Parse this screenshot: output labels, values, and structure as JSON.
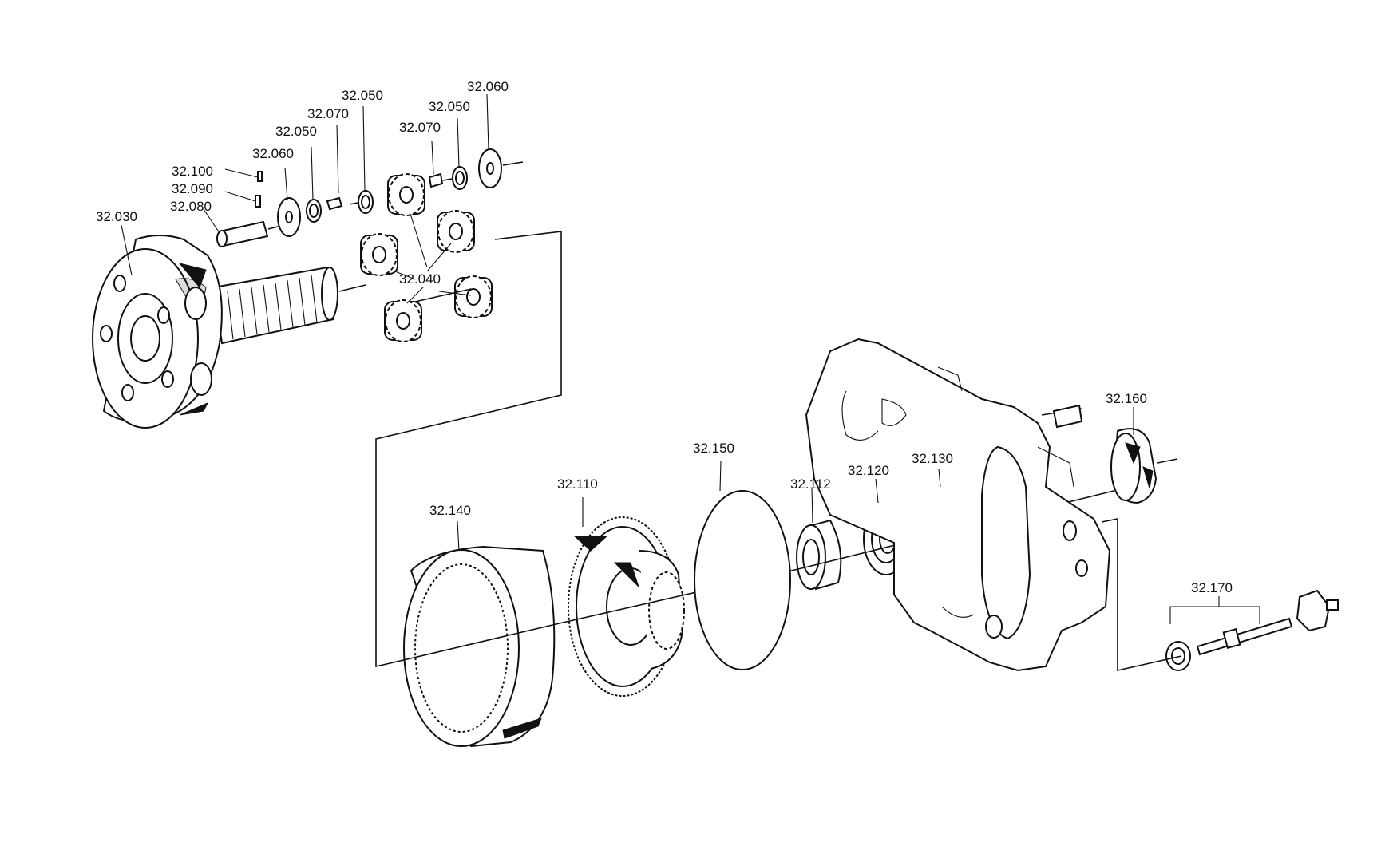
{
  "callouts": {
    "p32_030": "32.030",
    "p32_080": "32.080",
    "p32_090": "32.090",
    "p32_100": "32.100",
    "p32_060_a": "32.060",
    "p32_050_a": "32.050",
    "p32_070_a": "32.070",
    "p32_050_b": "32.050",
    "p32_070_b": "32.070",
    "p32_050_c": "32.050",
    "p32_060_b": "32.060",
    "p32_040": "32.040",
    "p32_140": "32.140",
    "p32_110": "32.110",
    "p32_150": "32.150",
    "p32_112": "32.112",
    "p32_120": "32.120",
    "p32_130": "32.130",
    "p32_160": "32.160",
    "p32_170": "32.170"
  }
}
